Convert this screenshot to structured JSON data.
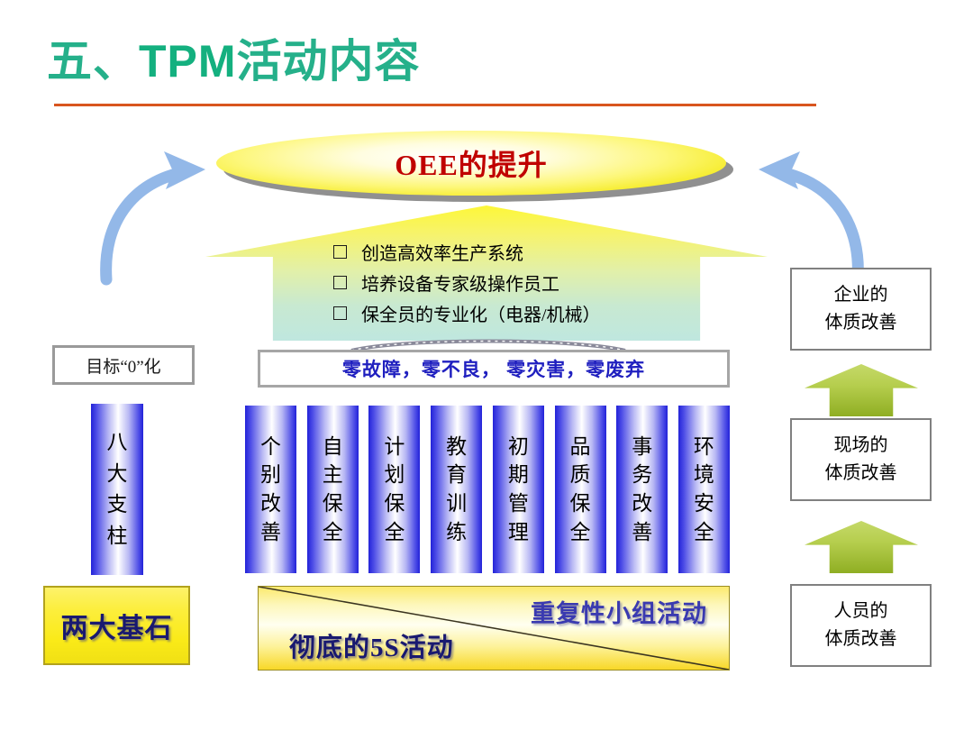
{
  "slide": {
    "title_prefix": "五、",
    "title_main": "TPM",
    "title_suffix": "活动内容",
    "title_color": "#25b08a",
    "rule_color": "#d9551f"
  },
  "oee": {
    "label": "OEE的提升",
    "text_color": "#c00000",
    "fill_from": "#ffffff",
    "fill_to": "#f4ea1b"
  },
  "house": {
    "goals": [
      {
        "marker": "square-checkbox",
        "text": "创造高效率生产系统"
      },
      {
        "marker": "square-checkbox",
        "text": "培养设备专家级操作员工"
      },
      {
        "marker": "square-checkbox",
        "text": "保全员的专业化（电器/机械）"
      }
    ],
    "gradient_top": "#fdf738",
    "gradient_bottom": "#bfe7df"
  },
  "zero_banner": {
    "text": "零故障，零不良，  零灾害，零废弃",
    "text_color": "#1f1fbf",
    "border_color": "#a6a6a6"
  },
  "pillars": {
    "items": [
      {
        "label": "个别改善",
        "chars": [
          "个",
          "别",
          "改",
          "善"
        ]
      },
      {
        "label": "自主保全",
        "chars": [
          "自",
          "主",
          "保",
          "全"
        ]
      },
      {
        "label": "计划保全",
        "chars": [
          "计",
          "划",
          "保",
          "全"
        ]
      },
      {
        "label": "教育训练",
        "chars": [
          "教",
          "育",
          "训",
          "练"
        ]
      },
      {
        "label": "初期管理",
        "chars": [
          "初",
          "期",
          "管",
          "理"
        ]
      },
      {
        "label": "品质保全",
        "chars": [
          "品",
          "质",
          "保",
          "全"
        ]
      },
      {
        "label": "事务改善",
        "chars": [
          "事",
          "务",
          "改",
          "善"
        ]
      },
      {
        "label": "环境安全",
        "chars": [
          "环",
          "境",
          "安",
          "全"
        ]
      }
    ],
    "edge_color": "#2222d8",
    "center_color": "#ffffff"
  },
  "left_column": {
    "goal_zero": "目标“0”化",
    "eight_pillars": {
      "label": "八大支柱",
      "chars": [
        "八",
        "大",
        "支",
        "柱"
      ]
    },
    "two_stones": "两大基石",
    "two_stones_color": "#191970",
    "two_stones_fill": "#faea18"
  },
  "foundation": {
    "top_right_label": "重复性小组活动",
    "bottom_left_label": "彻底的5S活动",
    "top_text_color": "#3a3ab0",
    "bottom_text_color": "#191970"
  },
  "right_column": {
    "boxes": [
      {
        "line1": "企业的",
        "line2": "体质改善"
      },
      {
        "line1": "现场的",
        "line2": "体质改善"
      },
      {
        "line1": "人员的",
        "line2": "体质改善"
      }
    ],
    "arrow_color": "#8fae23",
    "box_border_color": "#808080"
  },
  "arrows": {
    "curve_color": "#93b8e8",
    "left_direction": "up-right",
    "right_direction": "up-left"
  }
}
